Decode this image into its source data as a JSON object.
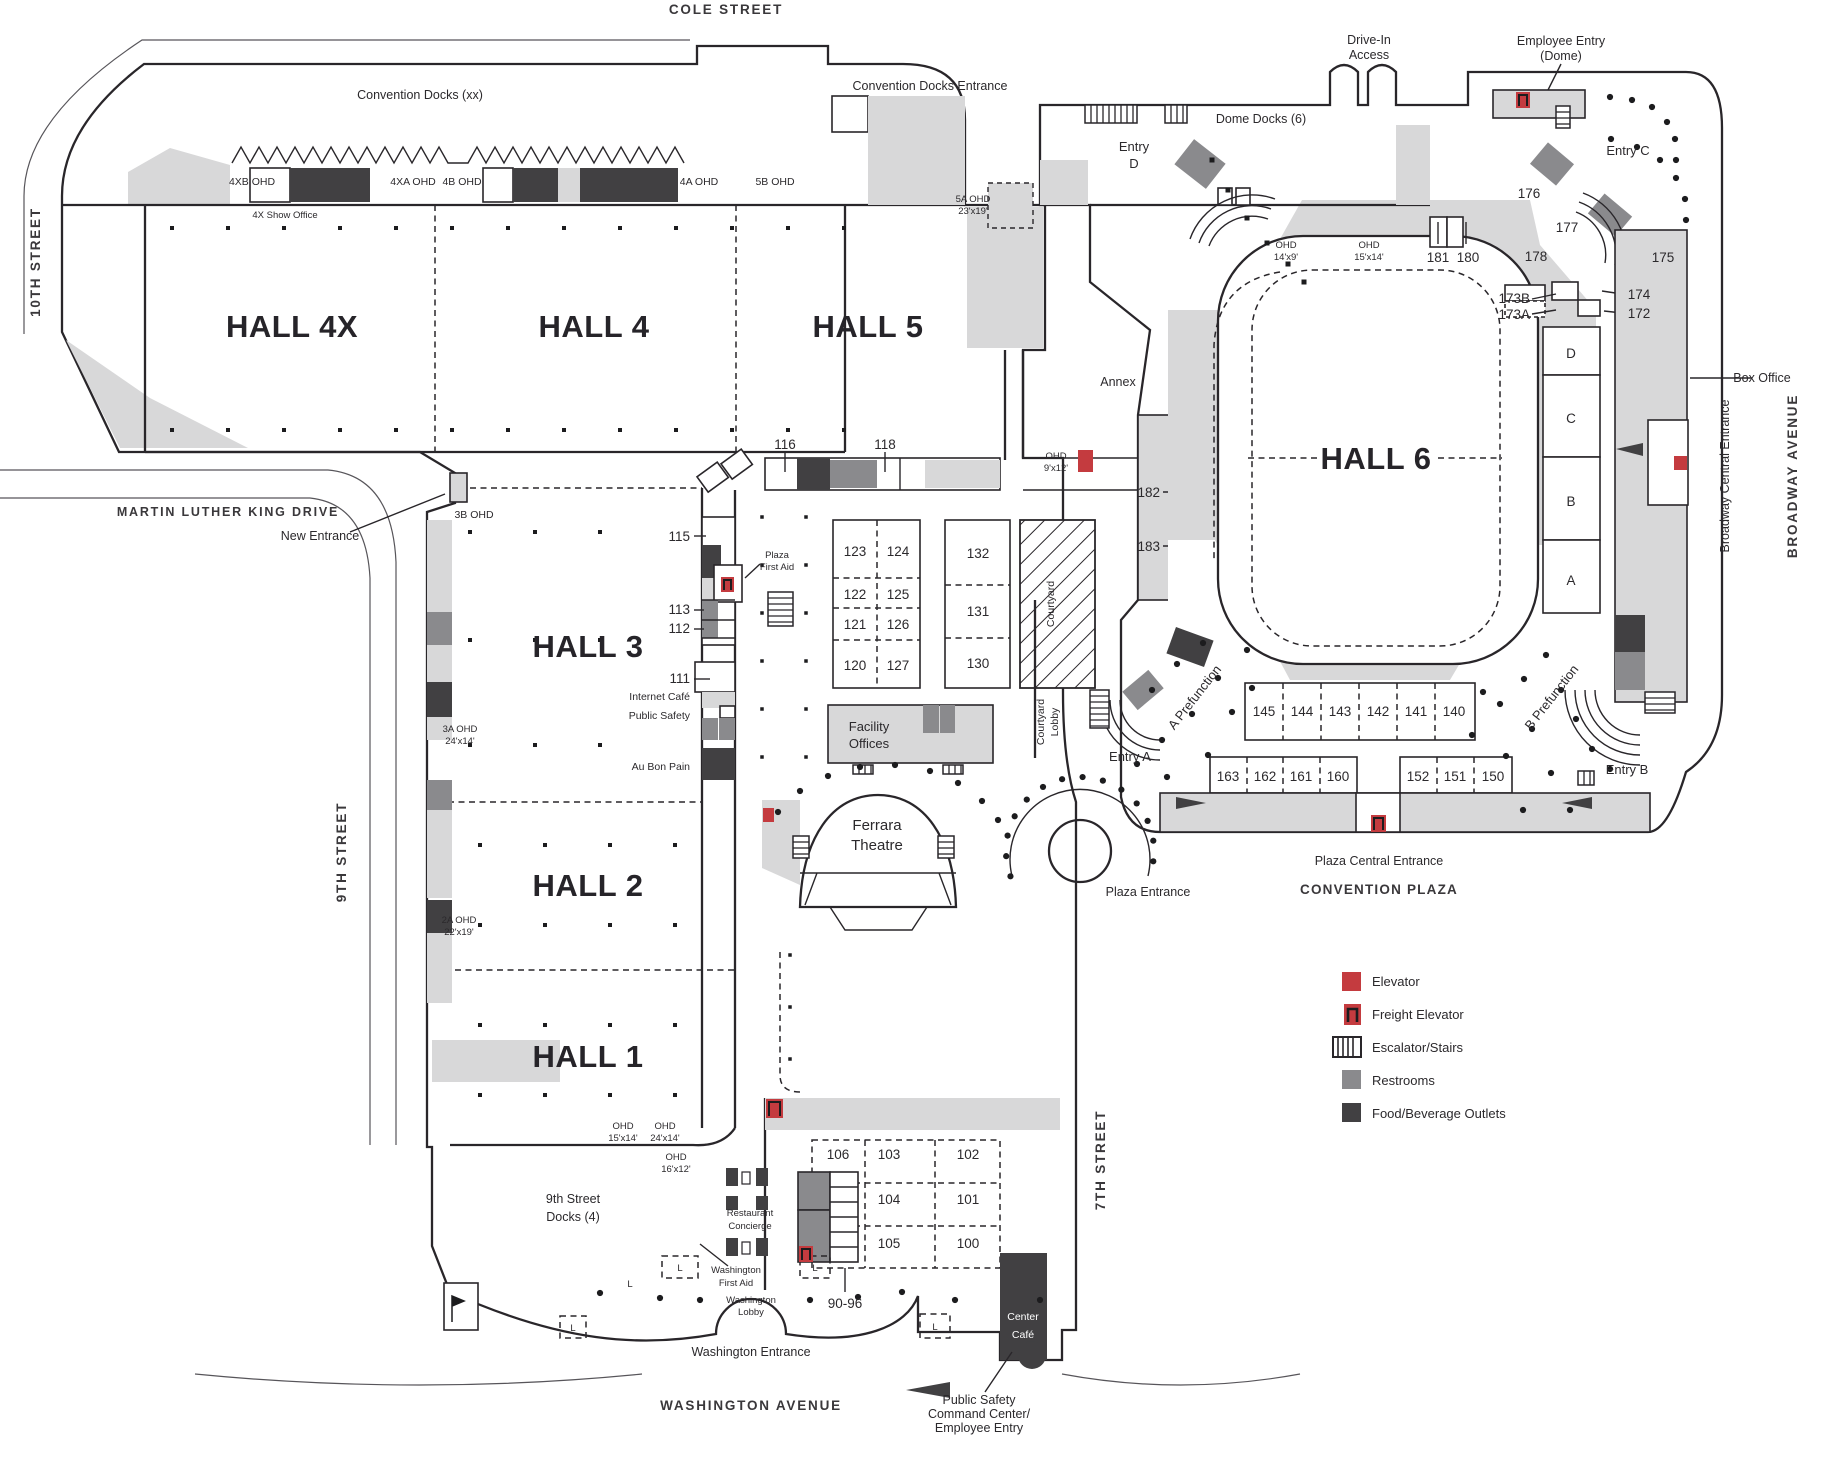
{
  "streets": {
    "cole": "COLE STREET",
    "tenth": "10TH STREET",
    "ninth": "9TH STREET",
    "seventh": "7TH STREET",
    "mlk": "MARTIN LUTHER KING DRIVE",
    "washington": "WASHINGTON AVENUE",
    "broadway": "BROADWAY AVENUE",
    "convention_plaza": "CONVENTION PLAZA"
  },
  "halls": {
    "h4x": "HALL 4X",
    "h4": "HALL 4",
    "h5": "HALL 5",
    "h3": "HALL 3",
    "h2": "HALL 2",
    "h1": "HALL 1",
    "h6": "HALL 6"
  },
  "entrances": {
    "new_entrance": "New Entrance",
    "washington": "Washington Entrance",
    "plaza": "Plaza Entrance",
    "plaza_central": "Plaza Central Entrance",
    "broadway_central": "Broadway Central Entrance",
    "box_office": "Box Office",
    "drive_in_l1": "Drive-In",
    "drive_in_l2": "Access",
    "employee_l1": "Employee Entry",
    "employee_l2": "(Dome)",
    "docks_entrance": "Convention Docks Entrance",
    "psc_l1": "Public Safety",
    "psc_l2": "Command Center/",
    "psc_l3": "Employee Entry",
    "entry_a": "Entry A",
    "entry_b": "Entry B",
    "entry_c": "Entry C",
    "entry_d_l1": "Entry",
    "entry_d_l2": "D"
  },
  "docks": {
    "convention": "Convention Docks (xx)",
    "dome": "Dome Docks (6)",
    "ninth_l1": "9th Street",
    "ninth_l2": "Docks (4)",
    "show_office": "4X Show Office"
  },
  "areas": {
    "annex": "Annex",
    "courtyard": "Courtyard",
    "courtyard_lobby_l1": "Courtyard",
    "courtyard_lobby_l2": "Lobby",
    "facility_l1": "Facility",
    "facility_l2": "Offices",
    "ferrara_l1": "Ferrara",
    "ferrara_l2": "Theatre",
    "a_pref": "A Prefunction",
    "b_pref": "B Prefunction",
    "washington_lobby_l1": "Washington",
    "washington_lobby_l2": "Lobby",
    "restaurant_l1": "Restaurant",
    "restaurant_l2": "Concierge",
    "w_first_aid_l1": "Washington",
    "w_first_aid_l2": "First Aid",
    "p_first_aid_l1": "Plaza",
    "p_first_aid_l2": "First Aid",
    "internet_cafe": "Internet Café",
    "public_safety": "Public Safety",
    "au_bon_pain": "Au Bon Pain",
    "center_cafe_l1": "Center",
    "center_cafe_l2": "Café"
  },
  "ohd": {
    "word": "OHD",
    "d4xb": "4XB OHD",
    "d4xa": "4XA OHD",
    "d4b": "4B OHD",
    "d4a": "4A OHD",
    "d5b": "5B OHD",
    "d5a": "5A OHD",
    "d3b": "3B OHD",
    "d3a": "3A OHD",
    "d2a": "2A OHD",
    "s23": "23'x19'",
    "s24": "24'x14'",
    "s22": "22'x19'",
    "s15": "15'x14'",
    "s16": "16'x12'",
    "s9": "9'x12'",
    "s14": "14'x9'"
  },
  "rooms": {
    "r90_96": "90-96",
    "r100": "100",
    "r101": "101",
    "r102": "102",
    "r103": "103",
    "r104": "104",
    "r105": "105",
    "r106": "106",
    "r111": "111",
    "r112": "112",
    "r113": "113",
    "r115": "115",
    "r116": "116",
    "r118": "118",
    "r120": "120",
    "r121": "121",
    "r122": "122",
    "r123": "123",
    "r124": "124",
    "r125": "125",
    "r126": "126",
    "r127": "127",
    "r130": "130",
    "r131": "131",
    "r132": "132",
    "r140": "140",
    "r141": "141",
    "r142": "142",
    "r143": "143",
    "r144": "144",
    "r145": "145",
    "r150": "150",
    "r151": "151",
    "r152": "152",
    "r160": "160",
    "r161": "161",
    "r162": "162",
    "r163": "163",
    "r172": "172",
    "r173a": "173A",
    "r173b": "173B",
    "r174": "174",
    "r175": "175",
    "r176": "176",
    "r177": "177",
    "r178": "178",
    "r180": "180",
    "r181": "181",
    "r182": "182",
    "r183": "183",
    "sec_a": "A",
    "sec_b": "B",
    "sec_c": "C",
    "sec_d": "D",
    "l_marker": "L"
  },
  "legend": {
    "items": [
      {
        "label": "Elevator",
        "type": "elevator"
      },
      {
        "label": "Freight Elevator",
        "type": "freight-elevator"
      },
      {
        "label": "Escalator/Stairs",
        "type": "escalator-stairs"
      },
      {
        "label": "Restrooms",
        "type": "restrooms"
      },
      {
        "label": "Food/Beverage Outlets",
        "type": "food-beverage"
      }
    ]
  },
  "colors": {
    "elevator_red": "#c43b3f",
    "restrooms_gray": "#8a8a8d",
    "food_dark": "#414042",
    "floor_gray": "#d8d8d9",
    "line": "#29262a"
  }
}
